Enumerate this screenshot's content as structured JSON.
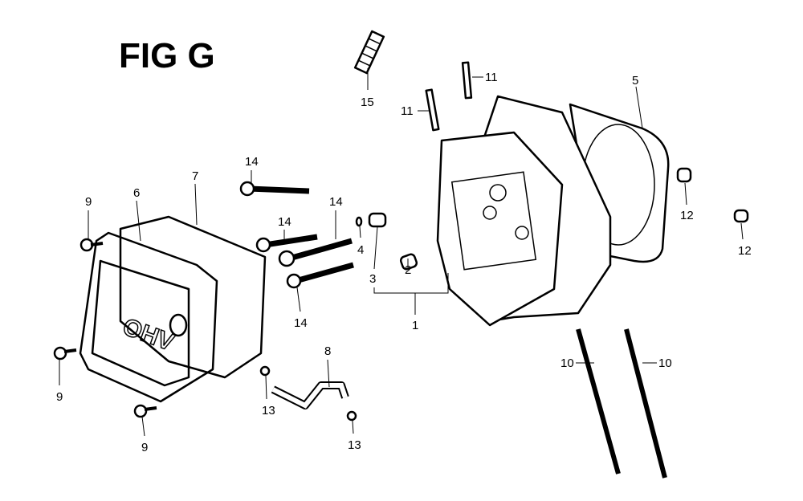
{
  "figure": {
    "title": "FIG G",
    "labels": {
      "p15": "15",
      "p11a": "11",
      "p11b": "11",
      "p5": "5",
      "p14a": "14",
      "p14b": "14",
      "p14c": "14",
      "p14d": "14",
      "p9a": "9",
      "p9b": "9",
      "p9c": "9",
      "p6": "6",
      "p7": "7",
      "p4": "4",
      "p3": "3",
      "p2": "2",
      "p1": "1",
      "p12a": "12",
      "p12b": "12",
      "p10a": "10",
      "p10b": "10",
      "p8": "8",
      "p13a": "13",
      "p13b": "13"
    },
    "cover_marking": "OHV"
  }
}
